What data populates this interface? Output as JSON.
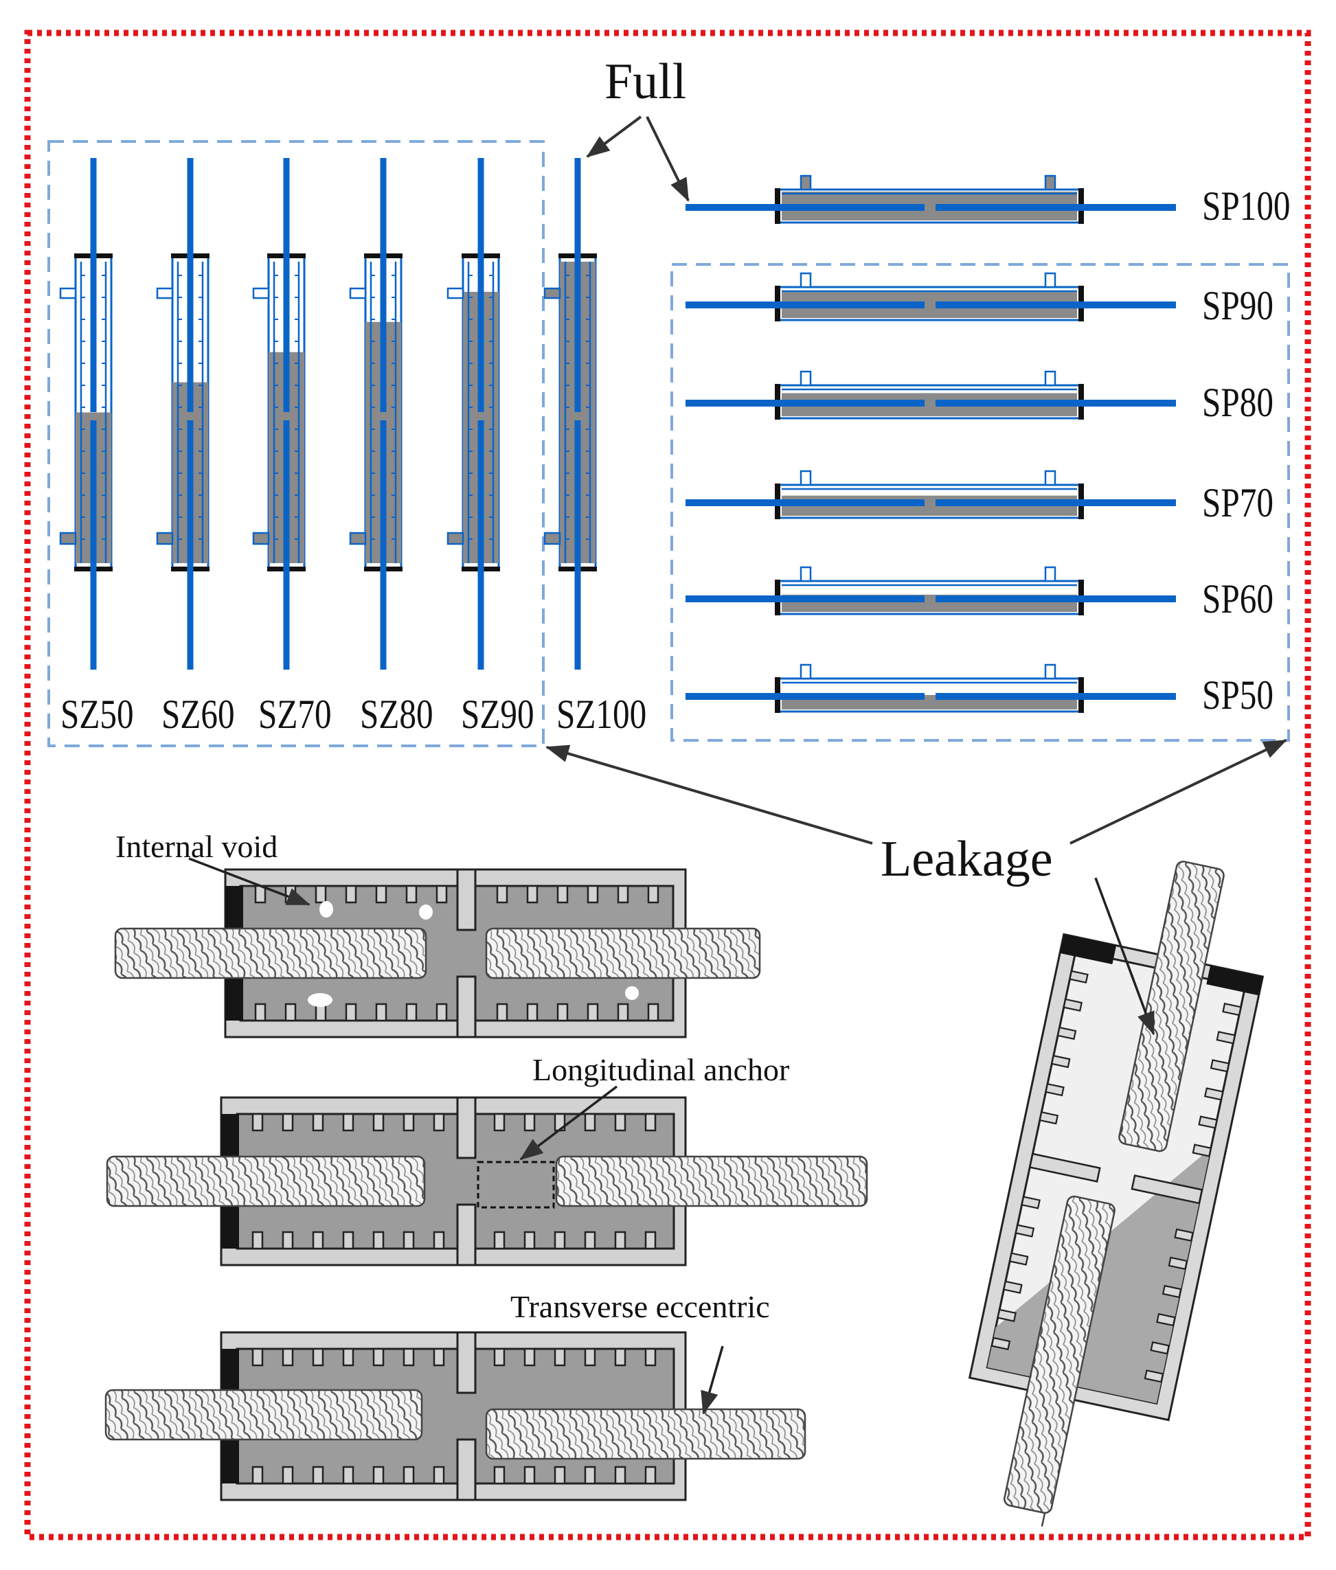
{
  "labels": {
    "full": "Full",
    "leakage": "Leakage",
    "internal_void": "Internal void",
    "longitudinal_anchor": "Longitudinal anchor",
    "transverse_eccentric": "Transverse eccentric"
  },
  "vertical_specimens": [
    {
      "name": "SZ50",
      "grout_fill_percent": 50
    },
    {
      "name": "SZ60",
      "grout_fill_percent": 60
    },
    {
      "name": "SZ70",
      "grout_fill_percent": 70
    },
    {
      "name": "SZ80",
      "grout_fill_percent": 80
    },
    {
      "name": "SZ90",
      "grout_fill_percent": 90
    },
    {
      "name": "SZ100",
      "grout_fill_percent": 100
    }
  ],
  "horizontal_specimens": [
    {
      "name": "SP100",
      "grout_fill_percent": 100
    },
    {
      "name": "SP90",
      "grout_fill_percent": 90
    },
    {
      "name": "SP80",
      "grout_fill_percent": 80
    },
    {
      "name": "SP70",
      "grout_fill_percent": 70
    },
    {
      "name": "SP60",
      "grout_fill_percent": 60
    },
    {
      "name": "SP50",
      "grout_fill_percent": 50
    }
  ],
  "colors": {
    "outer_border": "#e3151a",
    "group_border": "#7fa8dc",
    "rebar": "#0a64c8",
    "grout": "#8a8a8a",
    "sleeve_light": "#c9c9c9",
    "cap": "#111111",
    "arrow": "#333333"
  }
}
